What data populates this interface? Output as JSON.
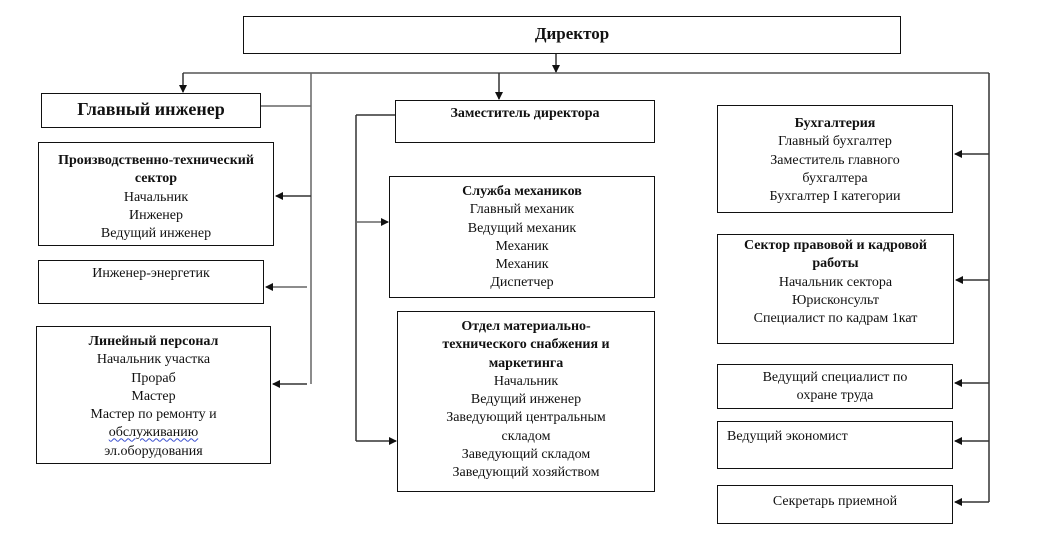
{
  "diagram": {
    "type": "org-chart",
    "director": {
      "title": "Директор"
    },
    "left_branch": {
      "head": {
        "title": "Главный инженер"
      },
      "units": [
        {
          "title": "Производственно-технический сектор",
          "items": [
            "Начальник",
            "Инженер",
            "Ведущий инженер"
          ]
        },
        {
          "title": "Инженер-энергетик",
          "items": []
        },
        {
          "title": "Линейный персонал",
          "items": [
            "Начальник участка",
            "Прораб",
            "Мастер",
            "Мастер по ремонту и",
            "обслуживанию",
            "эл.оборудования"
          ]
        }
      ]
    },
    "center_branch": {
      "head": {
        "title": "Заместитель директора"
      },
      "units": [
        {
          "title": "Служба механиков",
          "items": [
            "Главный механик",
            "Ведущий механик",
            "Механик",
            "Механик",
            "Диспетчер"
          ]
        },
        {
          "title": "Отдел материально-технического снабжения и маркетинга",
          "items": [
            "Начальник",
            "Ведущий инженер",
            "Заведующий центральным",
            "складом",
            "Заведующий складом",
            "Заведующий хозяйством"
          ]
        }
      ]
    },
    "right_branch": {
      "units": [
        {
          "title": "Бухгалтерия",
          "items": [
            "Главный бухгалтер",
            "Заместитель главного",
            "бухгалтера",
            "Бухгалтер I категории"
          ]
        },
        {
          "title": "Сектор правовой и кадровой работы",
          "items": [
            "Начальник сектора",
            "Юрисконсульт",
            "Специалист по кадрам 1кат"
          ]
        },
        {
          "title": "Ведущий специалист по охране труда",
          "items": []
        },
        {
          "title": "Ведущий экономист",
          "items": []
        },
        {
          "title": "Секретарь приемной",
          "items": []
        }
      ]
    }
  }
}
